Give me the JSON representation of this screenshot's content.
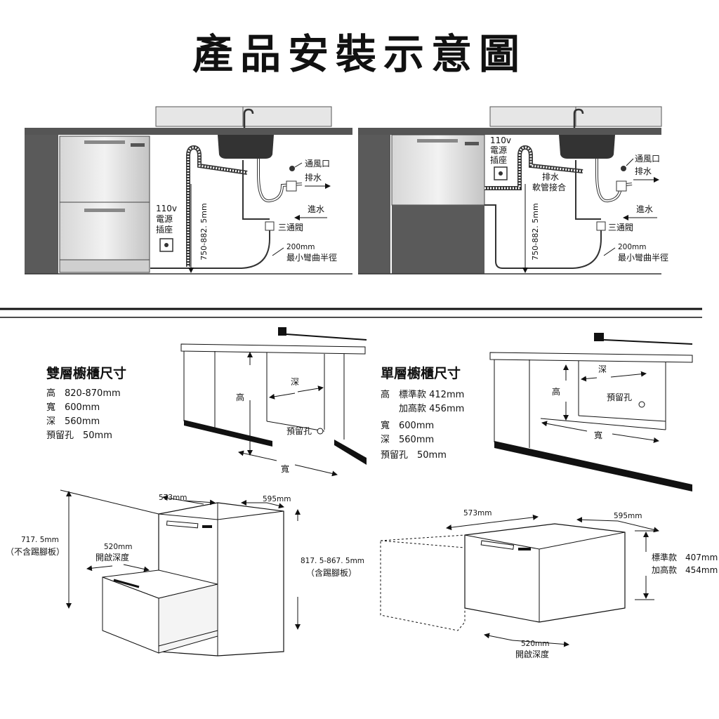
{
  "title": "產品安裝示意圖",
  "install_double": {
    "vent": "通風口",
    "drain": "排水",
    "inlet": "進水",
    "power": [
      "110v",
      "電源",
      "插座"
    ],
    "three_way_valve": "三通閥",
    "radius": [
      "200mm",
      "最小彎曲半徑"
    ],
    "height_range": "750-882. 5mm"
  },
  "install_single": {
    "power": [
      "110v",
      "電源",
      "插座"
    ],
    "vent": "通風口",
    "drain": "排水",
    "drain_hose": [
      "排水",
      "軟管接合"
    ],
    "inlet": "進水",
    "three_way_valve": "三通閥",
    "radius": [
      "200mm",
      "最小彎曲半徑"
    ],
    "height_range": "750-882. 5mm"
  },
  "cabinet_double": {
    "heading": "雙層櫥櫃尺寸",
    "specs": [
      "高　820-870mm",
      "寬　600mm",
      "深　560mm",
      "預留孔　50mm"
    ],
    "label_high": "高",
    "label_deep": "深",
    "label_wide": "寬",
    "label_hole": "預留孔"
  },
  "cabinet_single": {
    "heading": "單層櫥櫃尺寸",
    "specs": [
      "高　標準款 412mm",
      "　　加高款 456mm",
      "寬　600mm",
      "深　560mm",
      "預留孔　50mm"
    ],
    "label_high": "高",
    "label_deep": "深",
    "label_wide": "寬",
    "label_hole": "預留孔"
  },
  "unit_double": {
    "depth": "573mm",
    "width": "595mm",
    "height_no_kick": [
      "717. 5mm",
      "（不含踢腳板）"
    ],
    "open_depth": [
      "520mm",
      "開啟深度"
    ],
    "height_with_kick": [
      "817. 5-867. 5mm",
      "（含踢腳板）"
    ]
  },
  "unit_single": {
    "depth": "573mm",
    "width": "595mm",
    "heights": [
      "標準款　407mm",
      "加高款　454mm"
    ],
    "open_depth": [
      "520mm",
      "開啟深度"
    ]
  }
}
